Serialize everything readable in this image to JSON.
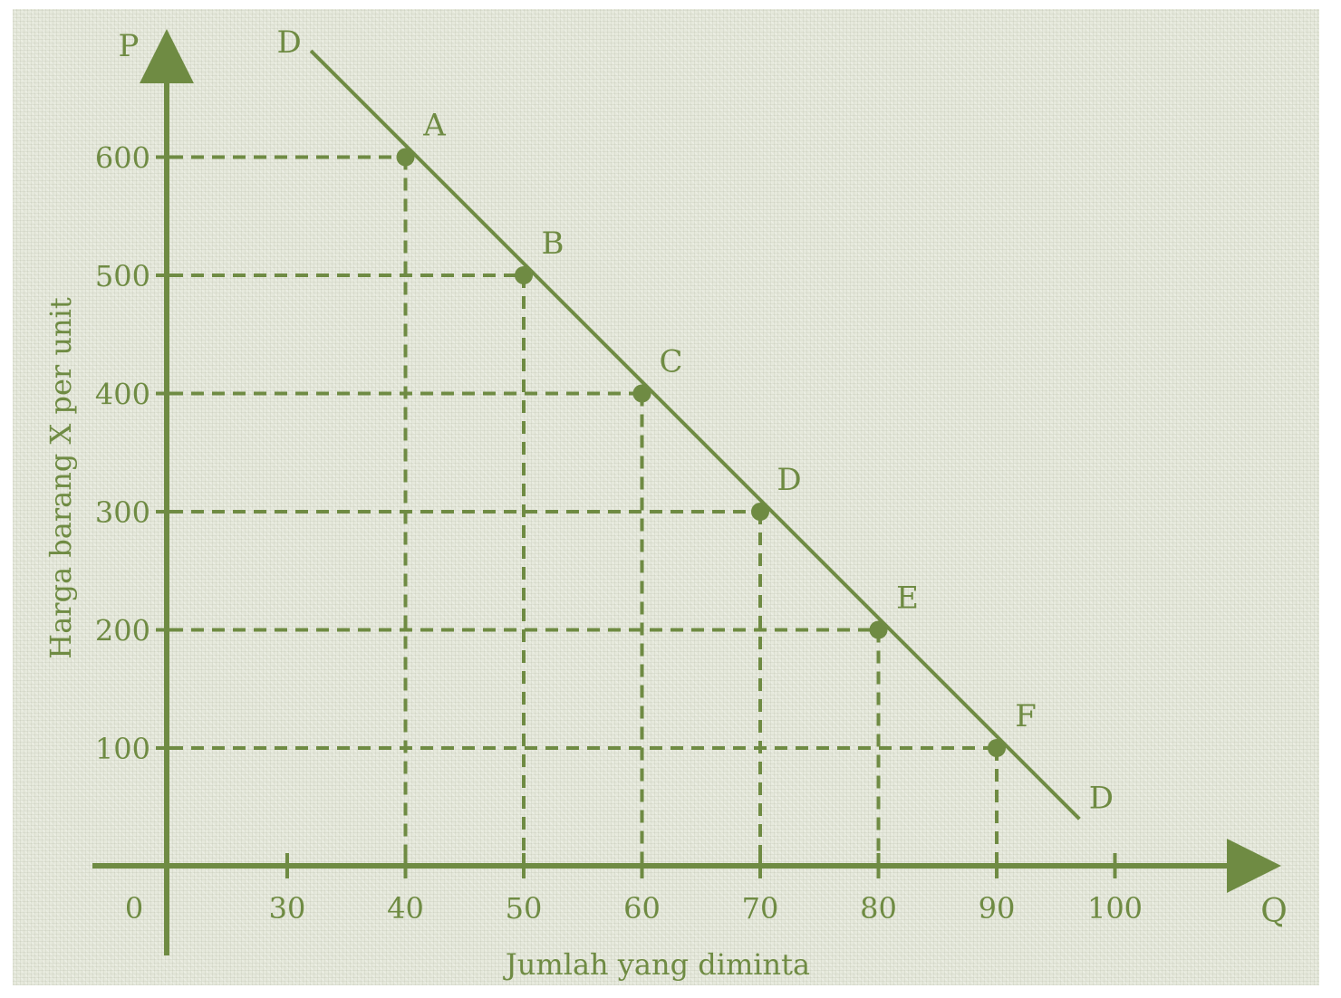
{
  "chart_data": {
    "type": "line",
    "xlabel": "Jumlah yang diminta",
    "ylabel": "Harga barang X per unit",
    "x_axis_symbol": "Q",
    "y_axis_symbol": "P",
    "origin_label": "0",
    "x_ticks": [
      30,
      40,
      50,
      60,
      70,
      80,
      90,
      100
    ],
    "y_ticks": [
      100,
      200,
      300,
      400,
      500,
      600
    ],
    "xlim": [
      20,
      110
    ],
    "ylim": [
      0,
      700
    ],
    "curve_label": "D",
    "curve_endpoints": [
      {
        "x": 32,
        "y": 690
      },
      {
        "x": 97,
        "y": 40
      }
    ],
    "points": [
      {
        "label": "A",
        "x": 40,
        "y": 600
      },
      {
        "label": "B",
        "x": 50,
        "y": 500
      },
      {
        "label": "C",
        "x": 60,
        "y": 400
      },
      {
        "label": "D",
        "x": 70,
        "y": 300
      },
      {
        "label": "E",
        "x": 80,
        "y": 200
      },
      {
        "label": "F",
        "x": 90,
        "y": 100
      }
    ],
    "colors": {
      "ink": "#6f8b43",
      "background": "#e6e9dc"
    }
  }
}
